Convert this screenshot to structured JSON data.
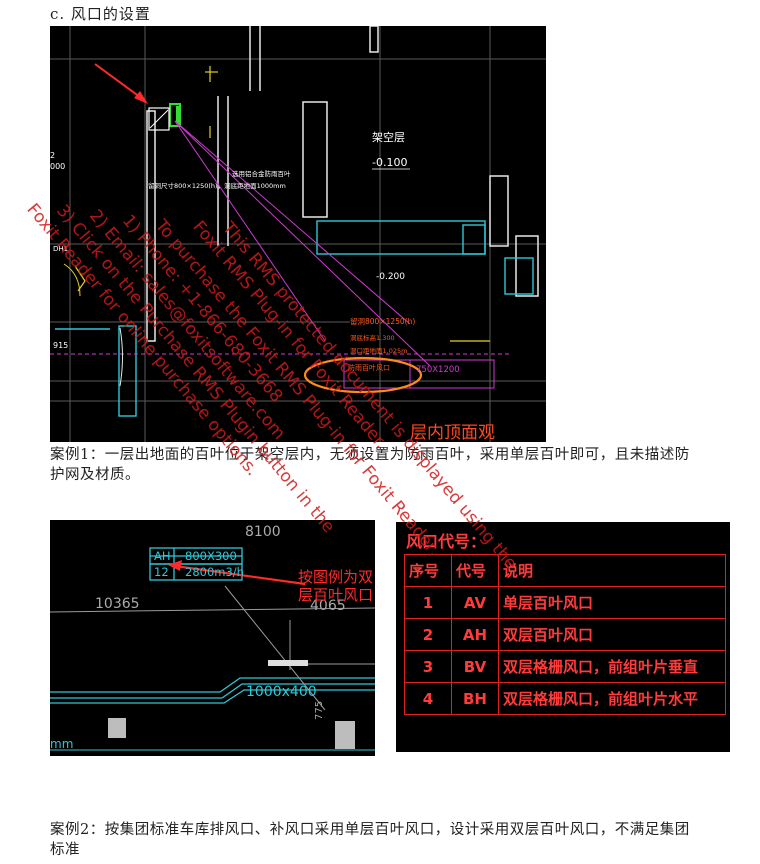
{
  "section_heading": "c. 风口的设置",
  "drawing1": {
    "label_floor": "架空层",
    "level_1": "-0.100",
    "level_2": "-0.200",
    "note_1": "选用铝合金防雨百叶",
    "note_2": "留洞尺寸800×1250(h)，洞底距地面1000mm",
    "note_3": "留洞800×1250(h)",
    "note_4": "洞底标高1.300",
    "note_5": "洞口距地面1.025m",
    "note_6": "防雨百叶风口",
    "duct_size": "750X1200",
    "left_labels": [
      "DH1",
      "915",
      "000",
      "2"
    ],
    "bottom_text": "层内顶面观"
  },
  "case1_text": "案例1：一层出地面的百叶位于架空层内，无须设置为防雨百叶，采用单层百叶即可，且未描述防护网及材质。",
  "drawing2": {
    "tag_code": "AH",
    "tag_size": "800X300",
    "tag_num": "12",
    "tag_flow": "2800m3/h",
    "annotation_line1": "按图例为双",
    "annotation_line2": "层百叶风口",
    "dim_left": "10365",
    "dim_right": "4065",
    "dim_top": "8100",
    "duct_size": "1000x400",
    "vertical_dim": "775",
    "unit_label": "mm"
  },
  "legend": {
    "title": "风口代号：",
    "headers": [
      "序号",
      "代号",
      "说明"
    ],
    "rows": [
      {
        "num": "1",
        "code": "AV",
        "desc": "单层百叶风口"
      },
      {
        "num": "2",
        "code": "AH",
        "desc": "双层百叶风口"
      },
      {
        "num": "3",
        "code": "BV",
        "desc": "双层格栅风口，前组叶片垂直"
      },
      {
        "num": "4",
        "code": "BH",
        "desc": "双层格栅风口，前组叶片水平"
      }
    ]
  },
  "case2_text": "案例2：按集团标准车库排风口、补风口采用单层百叶风口，设计采用双层百叶风口，不满足集团标准",
  "watermark": {
    "lines": [
      "This RMS protected document is displayed using the",
      "Foxit RMS Plug-in for Foxit Reader.",
      "To purchase the Foxit RMS Plug-in for Foxit Reader,",
      "1) Phone: +1-866-680-3668",
      "2) Email: sales@foxitsoftware.com",
      "3) Click on the Purchase RMS Plugin button in the",
      "Foxit Reader for online purchase options."
    ]
  }
}
